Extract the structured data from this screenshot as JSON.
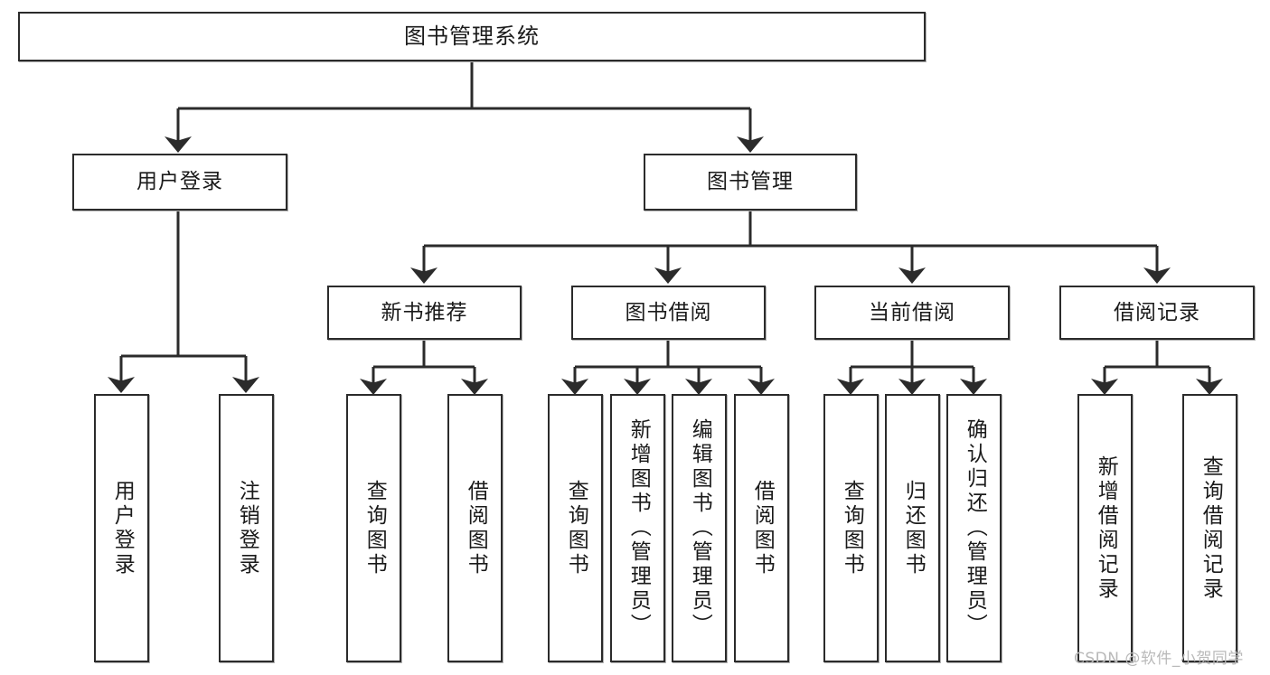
{
  "diagram": {
    "title": "图书管理系统",
    "type": "tree-hierarchy-diagram",
    "watermark": "CSDN @软件_小贺同学",
    "colors": {
      "box_border": "#2b2b2b",
      "box_fill": "#ffffff",
      "edge": "#2b2b2b",
      "text": "#1a1a1a",
      "watermark": "#b9b9b9"
    },
    "nodes": {
      "root": {
        "label": "图书管理系统"
      },
      "level2": [
        {
          "id": "user-login",
          "label": "用户登录"
        },
        {
          "id": "book-management",
          "label": "图书管理"
        }
      ],
      "level3": [
        {
          "id": "new-book-recommend",
          "label": "新书推荐"
        },
        {
          "id": "book-borrow",
          "label": "图书借阅"
        },
        {
          "id": "current-borrow",
          "label": "当前借阅"
        },
        {
          "id": "borrow-record",
          "label": "借阅记录"
        }
      ],
      "leaves": {
        "user_login": [
          {
            "id": "leaf-user-login",
            "label": "用户登录"
          },
          {
            "id": "leaf-logout-login",
            "label": "注销登录"
          }
        ],
        "new_book_recommend": [
          {
            "id": "leaf-query-book-1",
            "label": "查询图书"
          },
          {
            "id": "leaf-borrow-book-1",
            "label": "借阅图书"
          }
        ],
        "book_borrow": [
          {
            "id": "leaf-query-book-2",
            "label": "查询图书"
          },
          {
            "id": "leaf-add-book",
            "label": "新增图书（管理员）"
          },
          {
            "id": "leaf-edit-book",
            "label": "编辑图书（管理员）"
          },
          {
            "id": "leaf-borrow-book-2",
            "label": "借阅图书"
          }
        ],
        "current_borrow": [
          {
            "id": "leaf-query-book-3",
            "label": "查询图书"
          },
          {
            "id": "leaf-return-book",
            "label": "归还图书"
          },
          {
            "id": "leaf-confirm-return",
            "label": "确认归还（管理员）"
          }
        ],
        "borrow_record": [
          {
            "id": "leaf-add-record",
            "label": "新增借阅记录"
          },
          {
            "id": "leaf-query-record",
            "label": "查询借阅记录"
          }
        ]
      }
    }
  }
}
